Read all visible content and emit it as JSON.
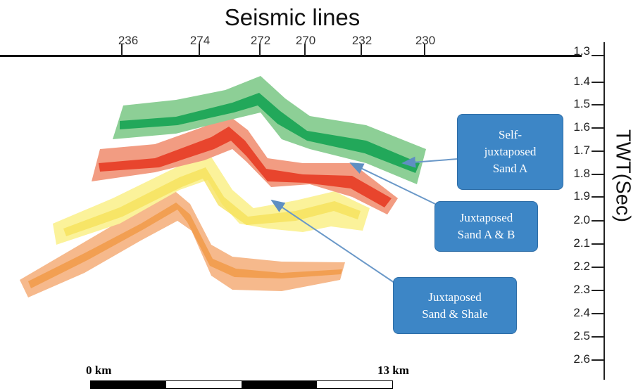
{
  "title": "Seismic lines",
  "seismic_lines": [
    "236",
    "274",
    "272",
    "270",
    "232",
    "230"
  ],
  "y_axis": {
    "title": "TWT(Sec)",
    "ticks": [
      "1.3",
      "1.4",
      "1.5",
      "1.6",
      "1.7",
      "1.8",
      "1.9",
      "2.0",
      "2.1",
      "2.2",
      "2.3",
      "2.4",
      "2.5",
      "2.6"
    ]
  },
  "callouts": {
    "self": "Self-\njuxtaposed\nSand A",
    "sand_ab": "Juxtaposed\nSand A & B",
    "sand_shale": "Juxtaposed\nSand & Shale"
  },
  "scale": {
    "start": "0 km",
    "end": "13 km"
  },
  "colors": {
    "green_outer": "#8dcf96",
    "green_inner": "#22a85a",
    "red_outer": "#f29c82",
    "red_inner": "#e8452d",
    "yellow_outer": "#fbf29a",
    "yellow_inner": "#f5e055",
    "orange_outer": "#f6b98c",
    "orange_inner": "#f19a48",
    "callout": "#3d86c6",
    "arrow": "#6a98c8"
  }
}
